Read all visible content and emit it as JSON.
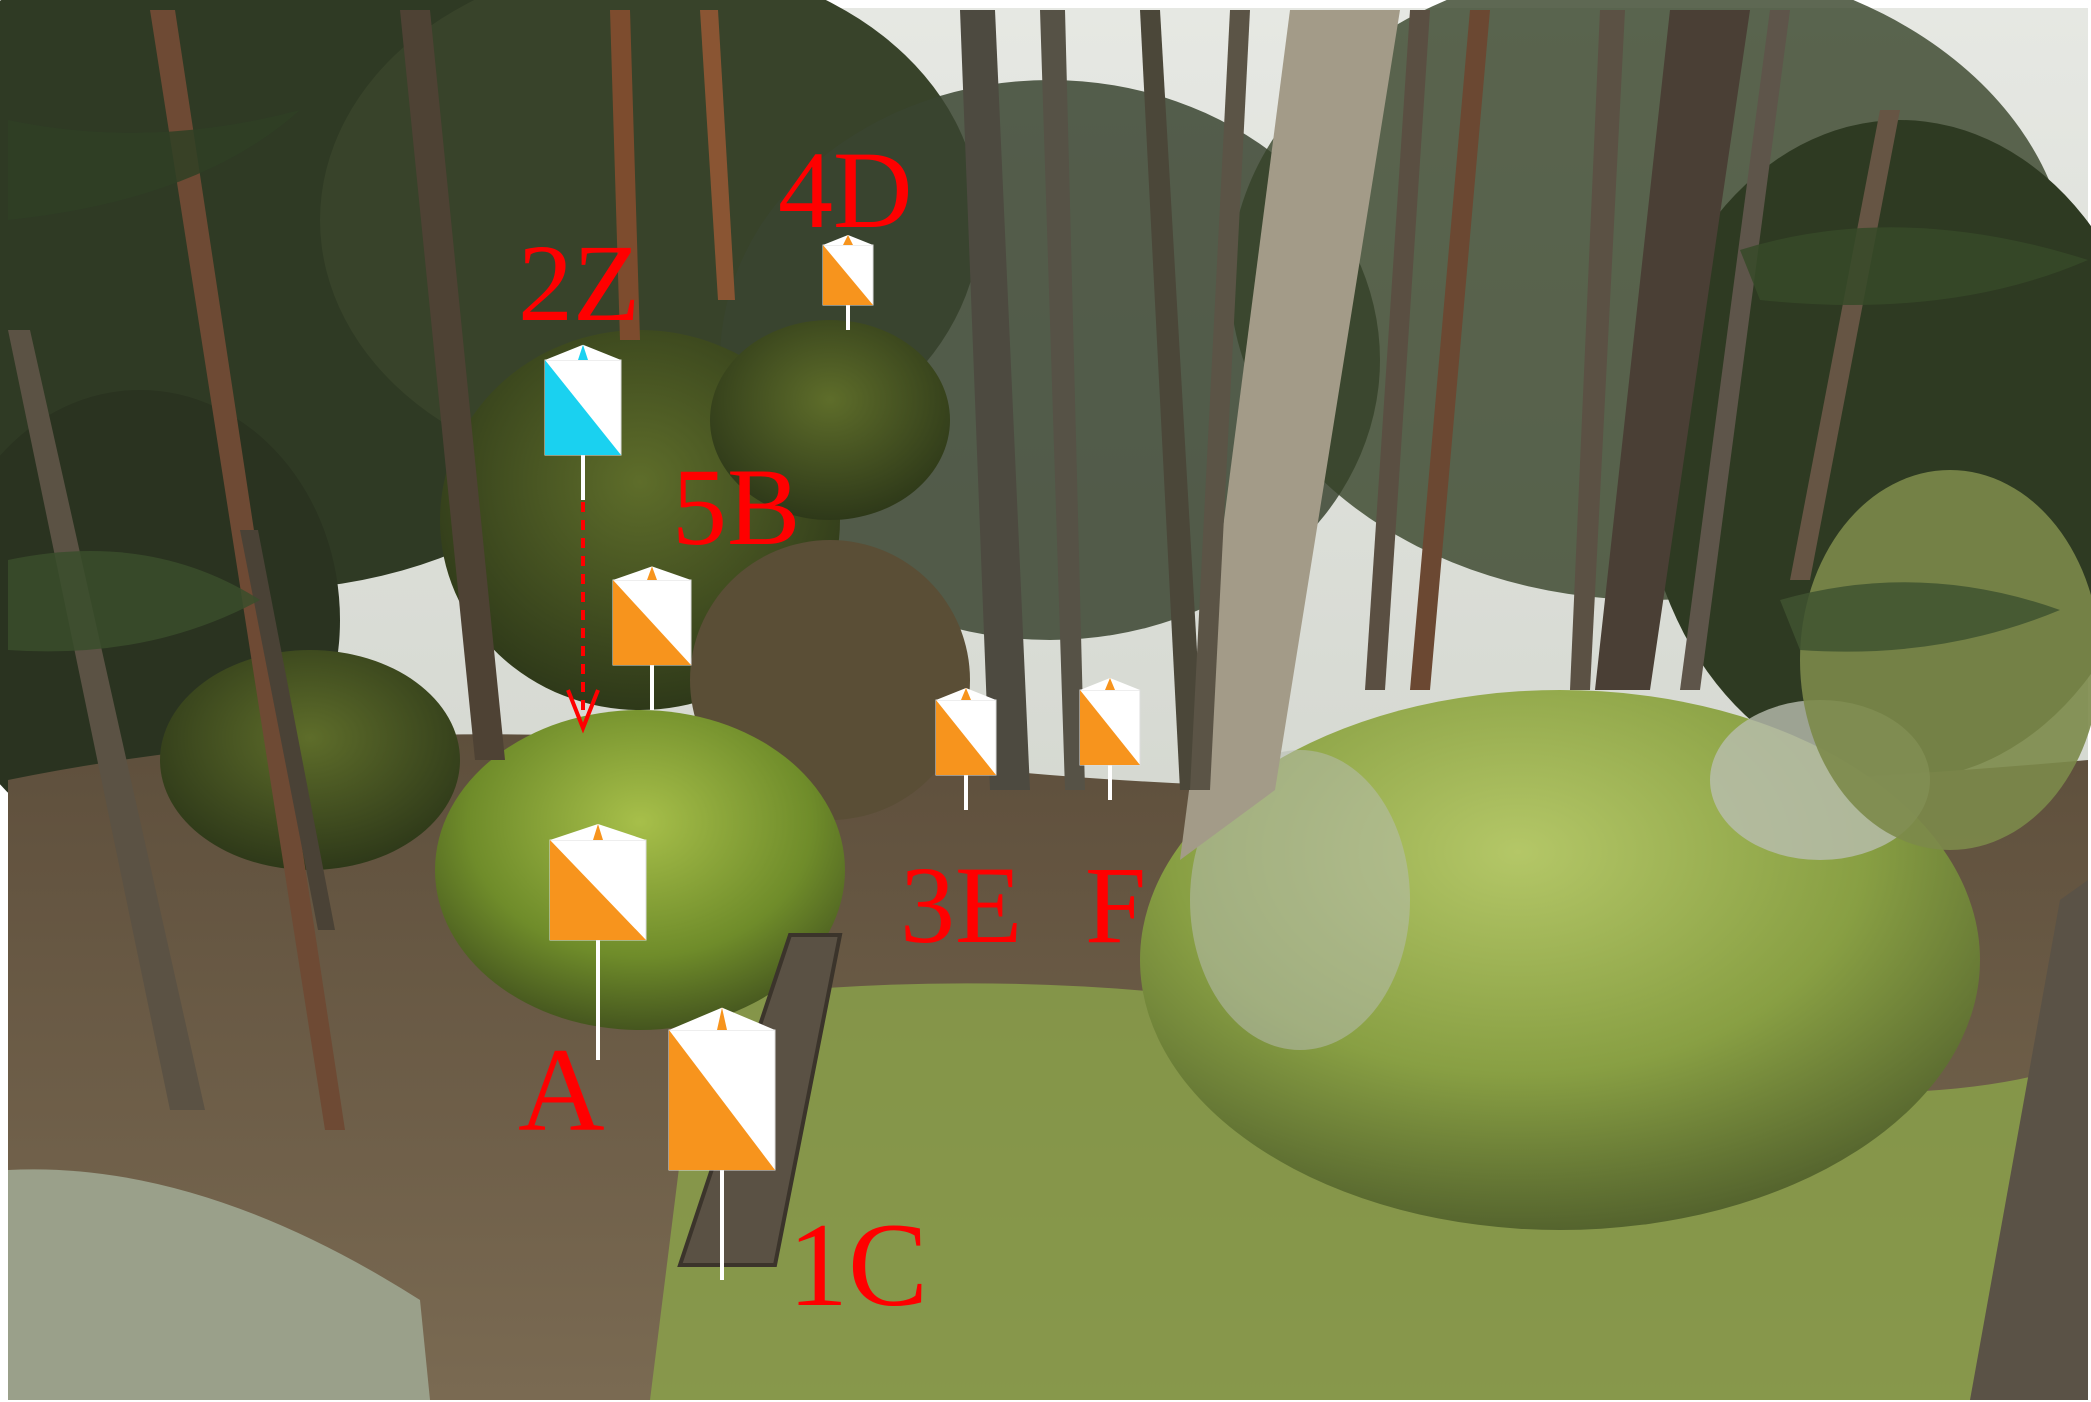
{
  "palette": {
    "marker_orange": "#f7941d",
    "marker_cyan": "#1ad1f0",
    "marker_white": "#ffffff",
    "label_red": "#ff0000",
    "moss": "#7a9a2c",
    "forest_dark": "#2b3320",
    "ground": "#6b5a46",
    "sky": "#d9dcd6"
  },
  "labels": {
    "a": "A",
    "c": "1C",
    "z": "2Z",
    "e": "3E",
    "f": "F",
    "b": "5B",
    "d": "4D"
  },
  "markers": [
    {
      "id": "A",
      "color_name": "orange"
    },
    {
      "id": "1C",
      "color_name": "orange"
    },
    {
      "id": "2Z",
      "color_name": "cyan"
    },
    {
      "id": "3E",
      "color_name": "orange"
    },
    {
      "id": "F",
      "color_name": "orange"
    },
    {
      "id": "5B",
      "color_name": "orange"
    },
    {
      "id": "4D",
      "color_name": "orange"
    }
  ]
}
